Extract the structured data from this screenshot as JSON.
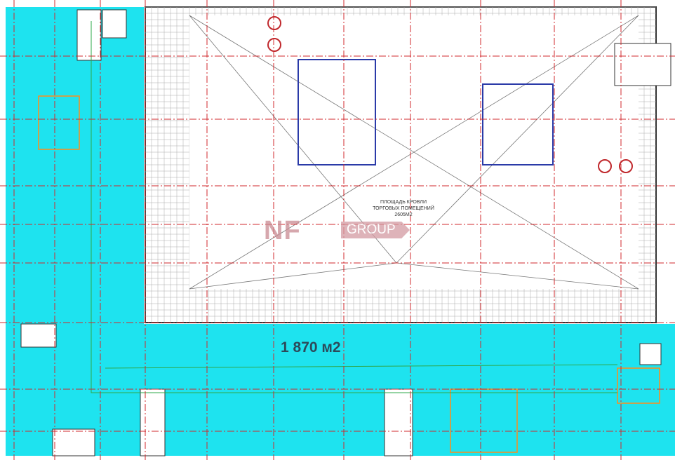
{
  "plan": {
    "area_label": "1 870 м2",
    "roof_label_lines": [
      "ПЛОЩАДЬ КРОВЛИ",
      "ТОРГОВЫХ ПОМЕЩЕНИЙ",
      "2605М2"
    ],
    "watermark": "NF GROUP",
    "colors": {
      "leased_area": "#1ee3ef",
      "grid_axis": "#d0282c",
      "roof_tile": "#9a9a9a",
      "equipment": "#2a3aa8",
      "highlight": "#ff8c1a"
    }
  }
}
